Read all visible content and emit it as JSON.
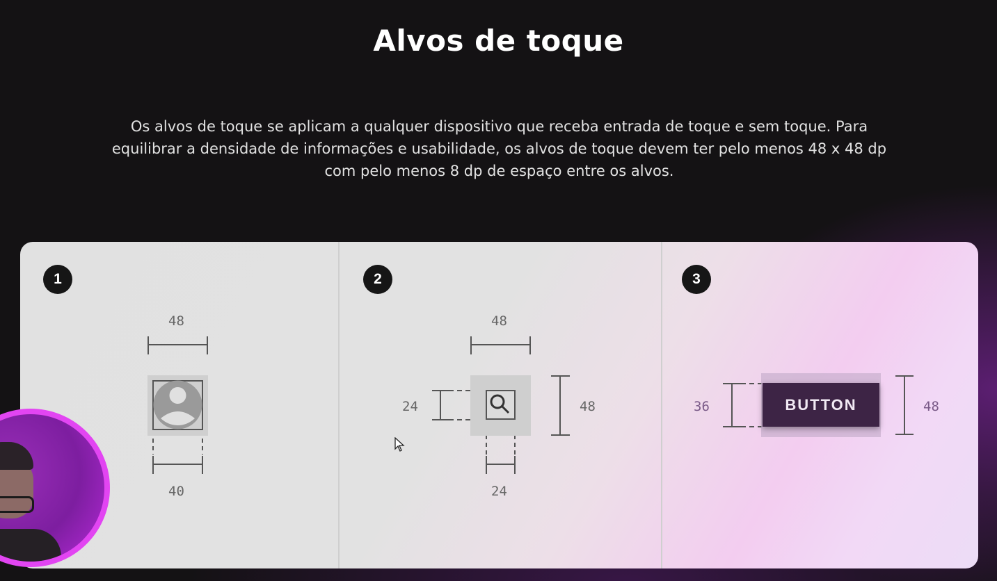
{
  "slide": {
    "title": "Alvos de toque",
    "description": "Os alvos de toque se aplicam a qualquer dispositivo que receba entrada de toque e sem toque. Para equilibrar a densidade de informações e usabilidade, os alvos de toque devem ter pelo menos 48 x 48 dp com pelo menos 8 dp de espaço entre os alvos."
  },
  "examples": [
    {
      "number": "1",
      "top_width": "48",
      "bottom_width": "40",
      "icon": "account-circle-icon"
    },
    {
      "number": "2",
      "top_width": "48",
      "left_height": "24",
      "right_height": "48",
      "bottom_width": "24",
      "icon": "search-icon"
    },
    {
      "number": "3",
      "button_label": "BUTTON",
      "left_height": "36",
      "right_height": "48"
    }
  ],
  "colors": {
    "background": "#141214",
    "accent": "#e245f2",
    "button": "#3d2445"
  }
}
